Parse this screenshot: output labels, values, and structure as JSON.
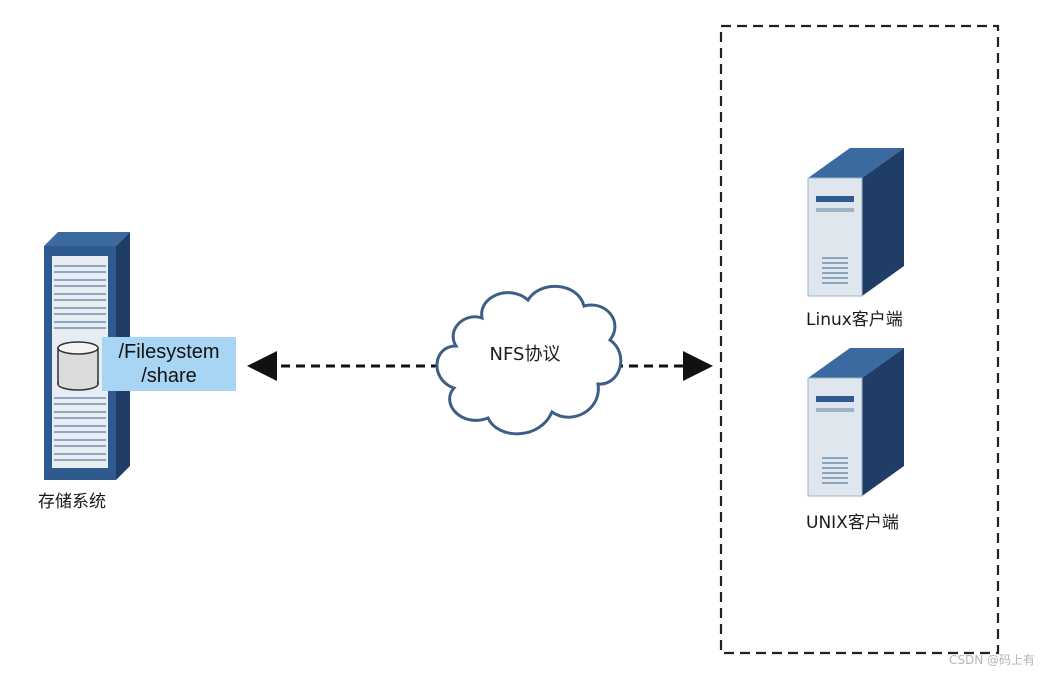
{
  "storage": {
    "label": "存储系统",
    "path_line1": "/Filesystem",
    "path_line2": "/share"
  },
  "protocol": {
    "label": "NFS协议"
  },
  "clients": [
    {
      "label": "Linux客户端"
    },
    {
      "label": "UNIX客户端"
    }
  ],
  "watermark": "CSDN @码上有",
  "colors": {
    "server_dark": "#1f3d66",
    "server_mid": "#2e5a8f",
    "server_light": "#dfe6ee",
    "path_box": "#a9d5f5"
  }
}
